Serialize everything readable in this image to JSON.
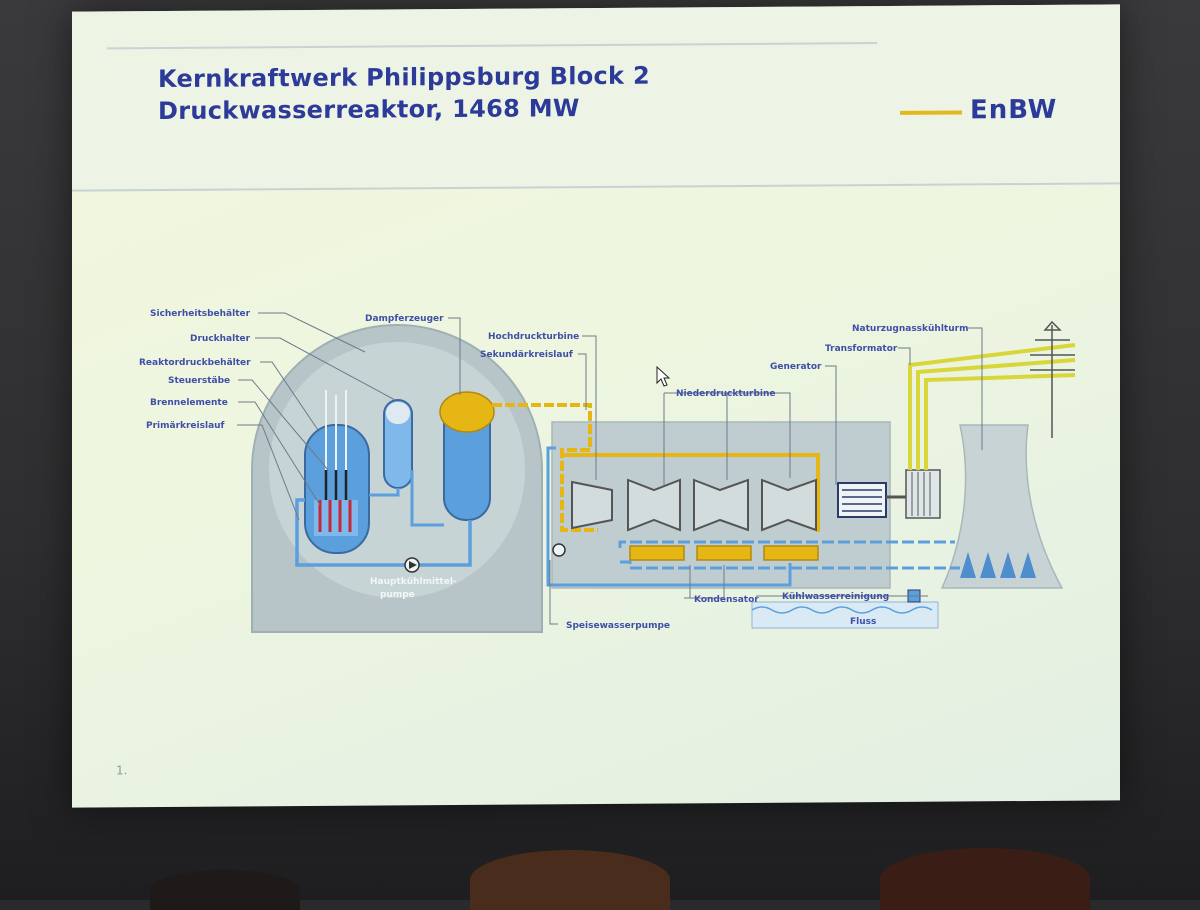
{
  "slide": {
    "title_line1": "Kernkraftwerk Philippsburg Block 2",
    "title_line2": "Druckwasserreaktor, 1468 MW",
    "logo_text": "EnBW",
    "page_number": "1."
  },
  "labels": {
    "sicherheitsbehaelter": "Sicherheitsbehälter",
    "druckhalter": "Druckhalter",
    "reaktordruckbehaelter": "Reaktordruckbehälter",
    "steuerstaebe": "Steuerstäbe",
    "brennelemente": "Brennelemente",
    "primaerkreislauf": "Primärkreislauf",
    "dampferzeuger": "Dampferzeuger",
    "hochdruckturbine": "Hochdruckturbine",
    "sekundaerkreislauf": "Sekundärkreislauf",
    "niederdruckturbine": "Niederdruckturbine",
    "generator": "Generator",
    "transformator": "Transformator",
    "naturzugnasskuehlturm": "Naturzugnasskühlturm",
    "hauptkuehlmittelpumpe_1": "Hauptkühlmittel-",
    "hauptkuehlmittelpumpe_2": "pumpe",
    "kondensator": "Kondensator",
    "kuehlwasserreinigung": "Kühlwasserreinigung",
    "fluss": "Fluss",
    "speisewasserpumpe": "Speisewasserpumpe"
  },
  "colors": {
    "title": "#2c3a9a",
    "logo_accent": "#e2b81c",
    "containment": "#b9c6c8",
    "primary_water": "#5b9fdc",
    "steam": "#e6b614",
    "label": "#3f4fa8"
  },
  "icons": [
    "pump-icon",
    "cursor-arrow-icon",
    "power-pylon-icon"
  ]
}
